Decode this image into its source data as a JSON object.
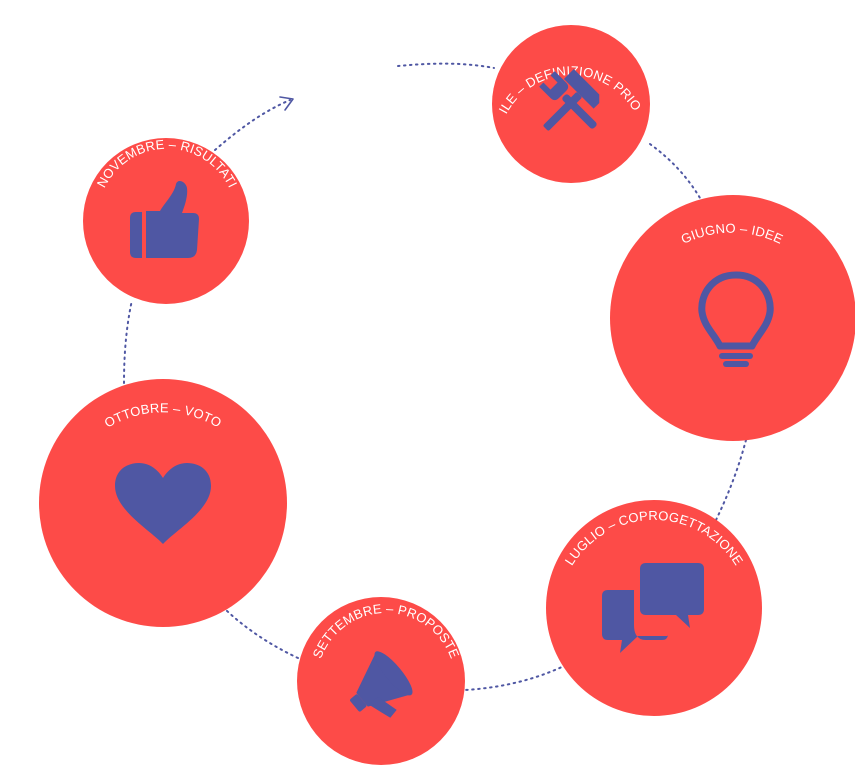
{
  "colors": {
    "circle": "#fd4b48",
    "icon": "#4f57a3",
    "label": "#ffffff",
    "connector": "#4f57a3",
    "background": "#ffffff"
  },
  "stages": [
    {
      "id": "aprile",
      "label": "APRILE – DEFINIZIONE PRIORITÀ",
      "icon": "hammer-wrench-icon"
    },
    {
      "id": "giugno",
      "label": "GIUGNO – IDEE",
      "icon": "lightbulb-icon"
    },
    {
      "id": "luglio",
      "label": "LUGLIO – COPROGETTAZIONE",
      "icon": "chat-bubbles-icon"
    },
    {
      "id": "settembre",
      "label": "SETTEMBRE – PROPOSTE",
      "icon": "megaphone-icon"
    },
    {
      "id": "ottobre",
      "label": "OTTOBRE – VOTO",
      "icon": "heart-icon"
    },
    {
      "id": "novembre",
      "label": "NOVEMBRE – RISULTATI",
      "icon": "thumbs-up-icon"
    }
  ],
  "cycle_direction": "clockwise",
  "arrow_icon": "arrow-head-icon"
}
